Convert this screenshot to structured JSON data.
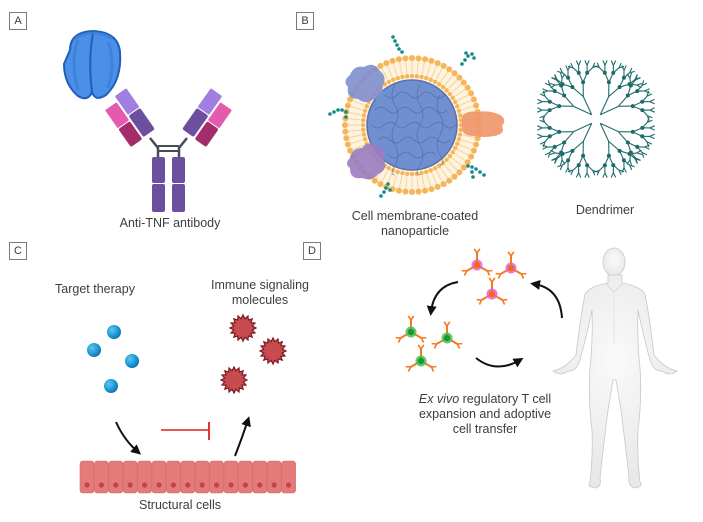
{
  "panels": {
    "A": {
      "label": "A",
      "caption": "Anti-TNF antibody",
      "colors": {
        "tnf": "#4a90e8",
        "tnf_outline": "#1f5fb8",
        "heavy": "#6c4f9e",
        "light_pink": "#e35aae",
        "light_dark": "#a32d6a",
        "variable_lilac": "#a07fe0",
        "hinge": "#4a4a5a"
      }
    },
    "B": {
      "label": "B",
      "captions": {
        "nanoparticle_line1": "Cell membrane-coated",
        "nanoparticle_line2": "nanoparticle",
        "dendrimer": "Dendrimer"
      },
      "colors": {
        "core": "#6f8fd0",
        "lipid": "#f5b55a",
        "lipid_tail": "#fbe2b5",
        "glycan": "#0f8a8a",
        "protein_blue": "#7f8fcf",
        "protein_purple": "#9a7cc0",
        "protein_orange": "#f0956a",
        "dendrimer": "#1f6b6b"
      }
    },
    "C": {
      "label": "C",
      "captions": {
        "target_therapy": "Target therapy",
        "immune_line1": "Immune signaling",
        "immune_line2": "molecules",
        "structural": "Structural cells"
      },
      "colors": {
        "drug": "#1e9ad6",
        "cytokine": "#c84b4f",
        "cytokine_outline": "#7a1a22",
        "inhibit": "#e02020",
        "cell": "#e47a7a",
        "nucleus": "#c04448"
      }
    },
    "D": {
      "label": "D",
      "caption_italic": "Ex vivo",
      "caption_line1_rest": " regulatory T cell",
      "caption_line2": "expansion and adoptive",
      "caption_line3": "cell transfer",
      "colors": {
        "tcell_arm": "#f47a20",
        "treg_pink": "#e860d0",
        "treg_green": "#4fc04f",
        "body": "#f0f0f0",
        "body_outline": "#c8c8c8"
      }
    }
  }
}
